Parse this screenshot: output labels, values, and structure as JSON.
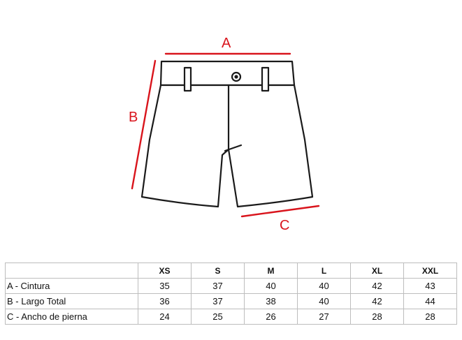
{
  "diagram": {
    "label_a": "A",
    "label_b": "B",
    "label_c": "C",
    "accent_color": "#d9141c",
    "garment": "shorts-icon"
  },
  "table": {
    "headers": [
      "",
      "XS",
      "S",
      "M",
      "L",
      "XL",
      "XXL"
    ],
    "rows": [
      {
        "label": "A - Cintura",
        "values": [
          "35",
          "37",
          "40",
          "40",
          "42",
          "43"
        ]
      },
      {
        "label": "B - Largo Total",
        "values": [
          "36",
          "37",
          "38",
          "40",
          "42",
          "44"
        ]
      },
      {
        "label": "C - Ancho de pierna",
        "values": [
          "24",
          "25",
          "26",
          "27",
          "28",
          "28"
        ]
      }
    ]
  }
}
